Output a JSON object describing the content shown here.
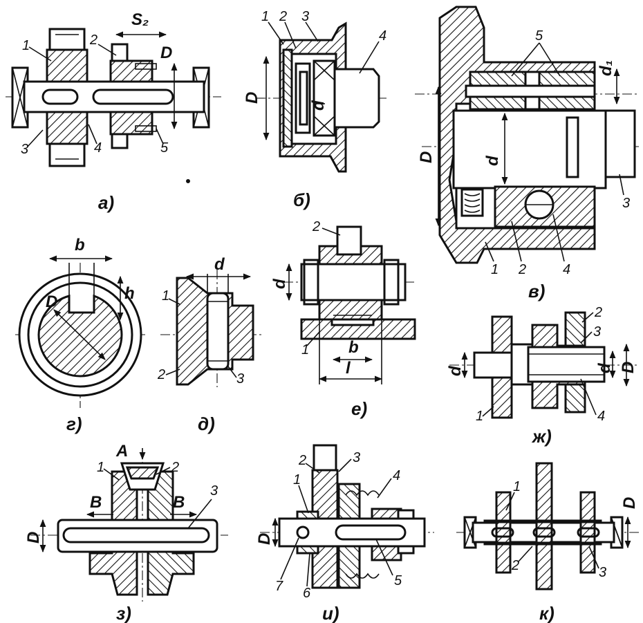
{
  "figures": {
    "a": {
      "caption": "а)",
      "labels": [
        "1",
        "2",
        "3",
        "4",
        "5"
      ],
      "dims": [
        "S₂",
        "D"
      ]
    },
    "b": {
      "caption": "б)",
      "labels": [
        "1",
        "2",
        "3",
        "4"
      ],
      "dims": [
        "D",
        "d"
      ]
    },
    "v": {
      "caption": "в)",
      "labels": [
        "1",
        "2",
        "3",
        "4",
        "5"
      ],
      "dims": [
        "D",
        "d",
        "d₁"
      ]
    },
    "g": {
      "caption": "г)",
      "labels": [],
      "dims": [
        "b",
        "D",
        "h"
      ]
    },
    "d": {
      "caption": "д)",
      "labels": [
        "1",
        "2",
        "3"
      ],
      "dims": [
        "d"
      ]
    },
    "e": {
      "caption": "е)",
      "labels": [
        "1",
        "2"
      ],
      "dims": [
        "d",
        "b",
        "l"
      ]
    },
    "zh": {
      "caption": "ж)",
      "labels": [
        "1",
        "2",
        "3",
        "4"
      ],
      "dims": [
        "d",
        "d",
        "D"
      ]
    },
    "z": {
      "caption": "з)",
      "labels": [
        "1",
        "2",
        "3"
      ],
      "dims": [
        "A",
        "B",
        "B",
        "D"
      ]
    },
    "i": {
      "caption": "и)",
      "labels": [
        "1",
        "2",
        "3",
        "4",
        "5",
        "6",
        "7"
      ],
      "dims": [
        "D"
      ]
    },
    "k": {
      "caption": "к)",
      "labels": [
        "1",
        "2",
        "3"
      ],
      "dims": [
        "D"
      ]
    }
  }
}
